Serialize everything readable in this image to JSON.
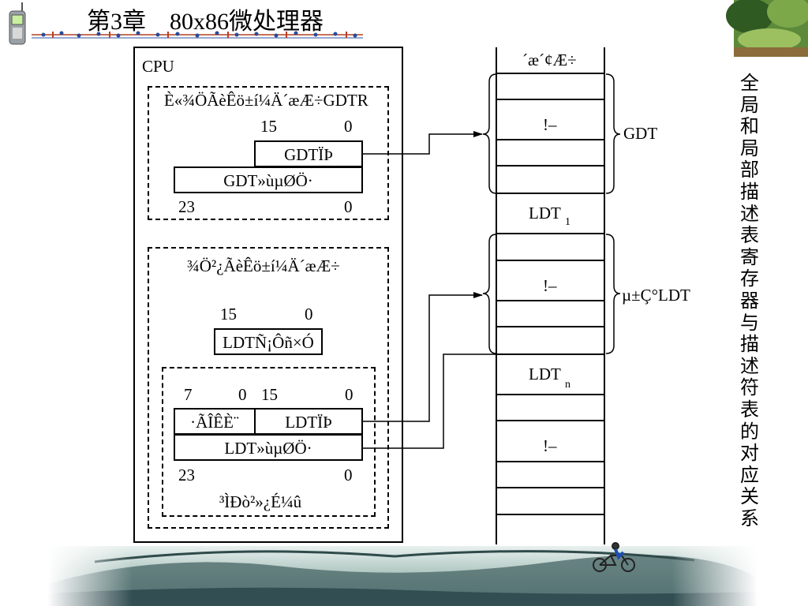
{
  "slide": {
    "title": "第3章    80x86微处理器",
    "side_caption": "全局和局部描述表寄存器与描述符表的对应关系"
  },
  "cpu": {
    "label": "CPU",
    "gdtr_group": {
      "label": "È«¾ÖÃèÊö±í¼Ä´æÆ÷GDTR",
      "bit15": "15",
      "bit0_top": "0",
      "limit": "GDTÏÞ",
      "base": "GDT»ùµØÖ·",
      "bit23": "23",
      "bit0_bottom": "0"
    },
    "ldtr_group": {
      "label": "¾Ö²¿ÃèÊö±í¼Ä´æÆ÷",
      "bit15": "15",
      "bit0": "0",
      "selector": "LDTÑ¡Ôñ×Ó",
      "inner": {
        "bit7": "7",
        "bit0_a": "0",
        "bit15": "15",
        "bit0_b": "0",
        "attr": "·ÃÎÊÈ¨",
        "limit": "LDTÏÞ",
        "base": "LDT»ùµØÖ·",
        "bit23": "23",
        "bit0": "0",
        "caption": "³ÌÐò²»¿É¼û"
      }
    }
  },
  "memory": {
    "header": "´æ´¢Æ÷",
    "ellipsis": "!–",
    "gdt_brace_label": "GDT",
    "ldt1_label": "LDT",
    "ldt1_sub": "1",
    "current_ldt_label": "µ±Ç°LDT",
    "ldtn_label": "LDT",
    "ldtn_sub": "n"
  }
}
